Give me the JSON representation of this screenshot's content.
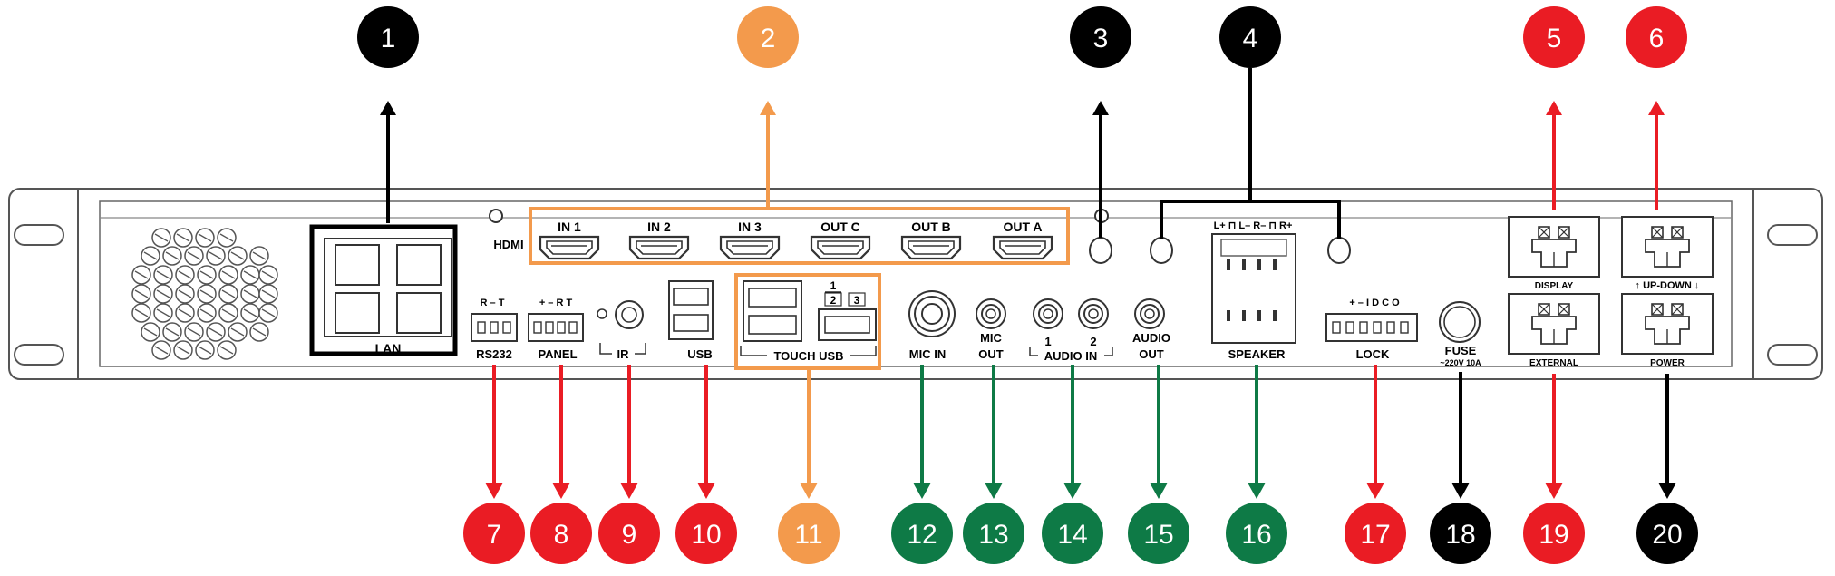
{
  "hdmi": {
    "group_label": "HDMI",
    "ports": [
      "IN 1",
      "IN 2",
      "IN 3",
      "OUT C",
      "OUT B",
      "OUT A"
    ]
  },
  "panel_labels": {
    "lan": "LAN",
    "rs232": "RS232",
    "rs232_pins": "R  –  T",
    "panel": "PANEL",
    "panel_pins": "+  –  R  T",
    "ir": "IR",
    "usb": "USB",
    "touch_usb": "TOUCH USB",
    "touch_1": "1",
    "touch_2": "2",
    "touch_3": "3",
    "mic_in": "MIC IN",
    "mic_out_1": "MIC",
    "mic_out_2": "OUT",
    "audio_in": "AUDIO IN",
    "audio_in_1": "1",
    "audio_in_2": "2",
    "audio_out_1": "AUDIO",
    "audio_out_2": "OUT",
    "speaker": "SPEAKER",
    "speaker_pins": "L+ ⊓ L–  R– ⊓ R+",
    "lock": "LOCK",
    "lock_pins": "+  –  I  D  C  O",
    "fuse": "FUSE",
    "fuse_rating": "~220V 10A",
    "display": "DISPLAY",
    "up_down": "↑ UP-DOWN ↓",
    "external": "EXTERNAL",
    "power": "POWER"
  },
  "callouts": [
    {
      "n": "1",
      "color": "#000000"
    },
    {
      "n": "2",
      "color": "#f39a4c"
    },
    {
      "n": "3",
      "color": "#000000"
    },
    {
      "n": "4",
      "color": "#000000"
    },
    {
      "n": "5",
      "color": "#ea1c24"
    },
    {
      "n": "6",
      "color": "#ea1c24"
    },
    {
      "n": "7",
      "color": "#ea1c24"
    },
    {
      "n": "8",
      "color": "#ea1c24"
    },
    {
      "n": "9",
      "color": "#ea1c24"
    },
    {
      "n": "10",
      "color": "#ea1c24"
    },
    {
      "n": "11",
      "color": "#f39a4c"
    },
    {
      "n": "12",
      "color": "#0e7a46"
    },
    {
      "n": "13",
      "color": "#0e7a46"
    },
    {
      "n": "14",
      "color": "#0e7a46"
    },
    {
      "n": "15",
      "color": "#0e7a46"
    },
    {
      "n": "16",
      "color": "#0e7a46"
    },
    {
      "n": "17",
      "color": "#ea1c24"
    },
    {
      "n": "18",
      "color": "#000000"
    },
    {
      "n": "19",
      "color": "#ea1c24"
    },
    {
      "n": "20",
      "color": "#000000"
    }
  ],
  "colors": {
    "outline": "#333333",
    "highlight_orange": "#f39a4c",
    "highlight_black": "#000000"
  }
}
